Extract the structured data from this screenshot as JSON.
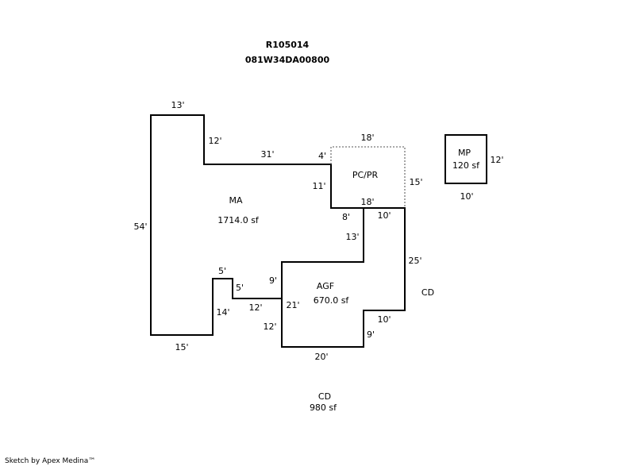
{
  "header": {
    "parcel_id": "R105014",
    "map_number": "081W34DA00800"
  },
  "areas": {
    "ma": {
      "code": "MA",
      "area": "1714.0 sf"
    },
    "pcpr": {
      "code": "PC/PR"
    },
    "agf": {
      "code": "AGF",
      "area": "670.0 sf"
    },
    "mp": {
      "code": "MP",
      "area": "120 sf"
    },
    "cd_side": {
      "code": "CD"
    },
    "cd_total": {
      "code": "CD",
      "area": "980 sf"
    }
  },
  "dimensions": {
    "ma_top": "13'",
    "ma_step_down": "12'",
    "ma_upper_run": "31'",
    "pc_left_top": "4'",
    "pc_left_lower": "11'",
    "pc_top": "18'",
    "pc_right": "15'",
    "pc_bottom": "18'",
    "notch_top": "8'",
    "notch_down": "13'",
    "cd_top": "10'",
    "cd_right": "25'",
    "cd_step": "10'",
    "agf_right_short": "9'",
    "agf_bottom": "20'",
    "agf_left_lower": "12'",
    "agf_left": "21'",
    "agf_left_upper": "9'",
    "ma_inner_run": "12'",
    "ma_inner_short": "5'",
    "ma_inner_top": "5'",
    "ma_inner_down": "14'",
    "ma_bottom": "15'",
    "ma_left": "54'",
    "mp_width": "10'",
    "mp_height": "12'"
  },
  "footer": {
    "credit": "Sketch by Apex Medina™"
  },
  "colors": {
    "line": "#000000",
    "dashed_line": "#777777",
    "background": "#ffffff"
  }
}
